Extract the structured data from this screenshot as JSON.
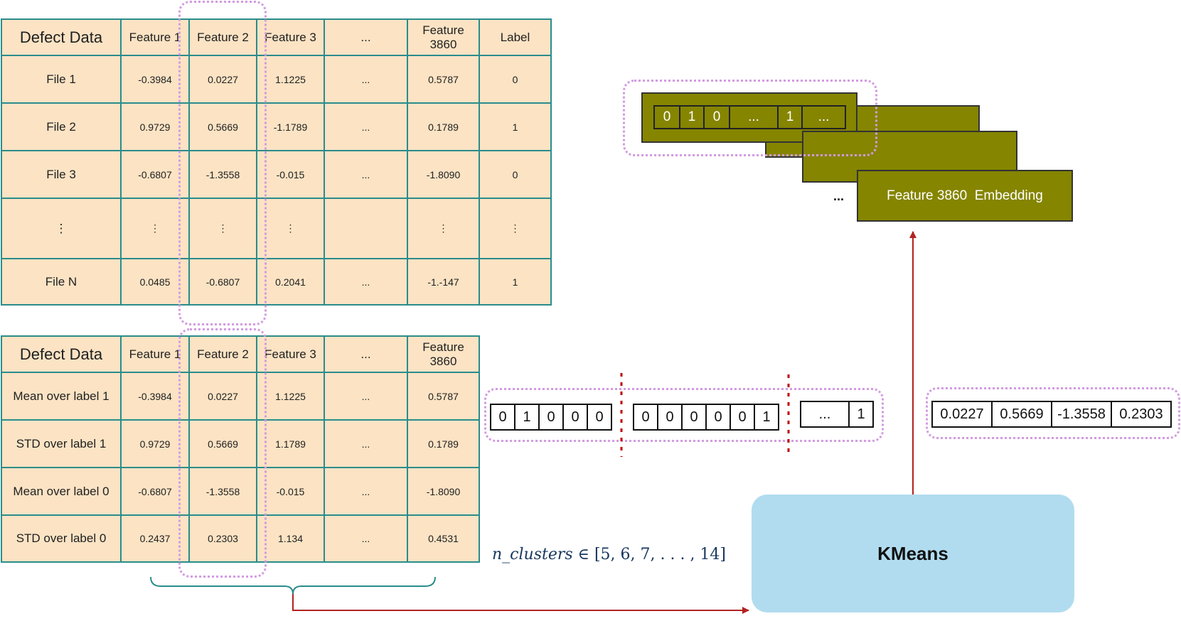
{
  "top_table": {
    "headers": [
      "Defect Data",
      "Feature 1",
      "Feature 2",
      "Feature 3",
      "...",
      "Feature 3860",
      "Label"
    ],
    "rows": [
      [
        "File 1",
        "-0.3984",
        "0.0227",
        "1.1225",
        "...",
        "0.5787",
        "0"
      ],
      [
        "File 2",
        "0.9729",
        "0.5669",
        "-1.1789",
        "...",
        "0.1789",
        "1"
      ],
      [
        "File 3",
        "-0.6807",
        "-1.3558",
        "-0.015",
        "...",
        "-1.8090",
        "0"
      ],
      [
        "⋮",
        "⋮",
        "⋮",
        "⋮",
        "",
        "⋮",
        "⋮"
      ],
      [
        "File N",
        "0.0485",
        "-0.6807",
        "0.2041",
        "...",
        "-1.-147",
        "1"
      ]
    ]
  },
  "bottom_table": {
    "headers": [
      "Defect Data",
      "Feature 1",
      "Feature 2",
      "Feature 3",
      "...",
      "Feature 3860"
    ],
    "rows": [
      [
        "Mean over label 1",
        "-0.3984",
        "0.0227",
        "1.1225",
        "...",
        "0.5787"
      ],
      [
        "STD over label 1",
        "0.9729",
        "0.5669",
        "1.1789",
        "...",
        "0.1789"
      ],
      [
        "Mean over label 0",
        "-0.6807",
        "-1.3558",
        "-0.015",
        "...",
        "-1.8090"
      ],
      [
        "STD over label 0",
        "0.2437",
        "0.2303",
        "1.134",
        "...",
        "0.4531"
      ]
    ]
  },
  "onehot": {
    "group1": [
      "0",
      "1",
      "0",
      "0",
      "0"
    ],
    "group2": [
      "0",
      "0",
      "0",
      "0",
      "0",
      "1"
    ],
    "group3": [
      "...",
      "1"
    ]
  },
  "feature2_vector": [
    "0.0227",
    "0.5669",
    "-1.3558",
    "0.2303"
  ],
  "embeddings": {
    "first_vector": [
      "0",
      "1",
      "0",
      "...",
      "1",
      "..."
    ],
    "ellipsis": "...",
    "label": "Feature 3860  Embedding"
  },
  "formula": {
    "variable": "n_clusters",
    "operator": "∈",
    "range": "[5, 6, 7, . . . , 14]"
  },
  "kmeans_label": "KMeans",
  "colors": {
    "table_fill": "#fbe3c4",
    "table_border": "#2a8c8c",
    "highlight": "#d29be0",
    "olive": "#858500",
    "kmeans": "#b1dcef",
    "arrow": "#b22222",
    "separator": "#c00000",
    "brace": "#2a8c8c"
  }
}
